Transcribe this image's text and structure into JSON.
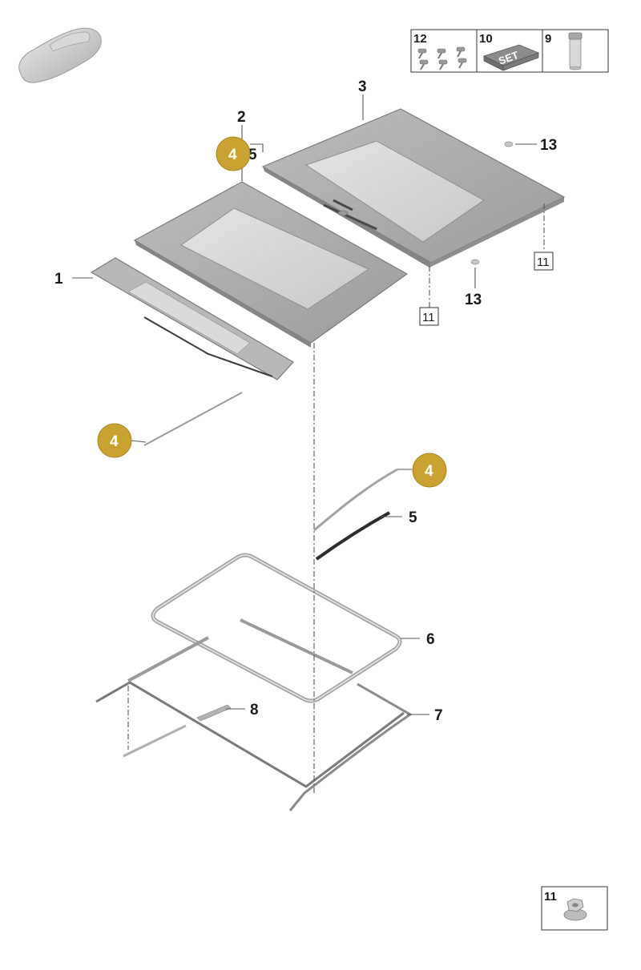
{
  "colors": {
    "badge": "#c9a232",
    "panel": "#a9a9a9",
    "panel_edge": "#7a7a7a",
    "glass": "#d2d2d2",
    "ink": "#1a1a1a"
  },
  "kit_boxes": [
    {
      "number": "12",
      "icon": "screws-icon"
    },
    {
      "number": "10",
      "icon": "set-package-icon",
      "text": "SET"
    },
    {
      "number": "9",
      "icon": "adhesive-tube-icon"
    }
  ],
  "fastener_box": {
    "number": "11",
    "icon": "flange-nut-icon"
  },
  "callouts": {
    "c1": "1",
    "c2": "2",
    "c3": "3",
    "c5a": "5",
    "c5b": "5",
    "c6": "6",
    "c7": "7",
    "c8": "8",
    "c13a": "13",
    "c13b": "13"
  },
  "square_callouts": {
    "s11a": "11",
    "s11b": "11"
  },
  "badges": {
    "b1": "4",
    "b2": "4",
    "b3": "4"
  }
}
